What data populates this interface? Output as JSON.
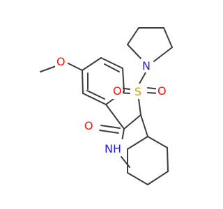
{
  "molecule": {
    "atoms": [
      {
        "id": "O_methoxy",
        "symbol": "O",
        "color": "#ff0d0d"
      },
      {
        "id": "S",
        "symbol": "S",
        "color": "#c8a800"
      },
      {
        "id": "O_s1",
        "symbol": "O",
        "color": "#ff0d0d"
      },
      {
        "id": "O_s2",
        "symbol": "O",
        "color": "#ff0d0d"
      },
      {
        "id": "N_pyr",
        "symbol": "N",
        "color": "#2020e0"
      },
      {
        "id": "O_carbonyl",
        "symbol": "O",
        "color": "#ff0d0d"
      },
      {
        "id": "NH",
        "symbol": "NH",
        "color": "#2020e0"
      }
    ],
    "bond_color": "#3c3c3c"
  }
}
